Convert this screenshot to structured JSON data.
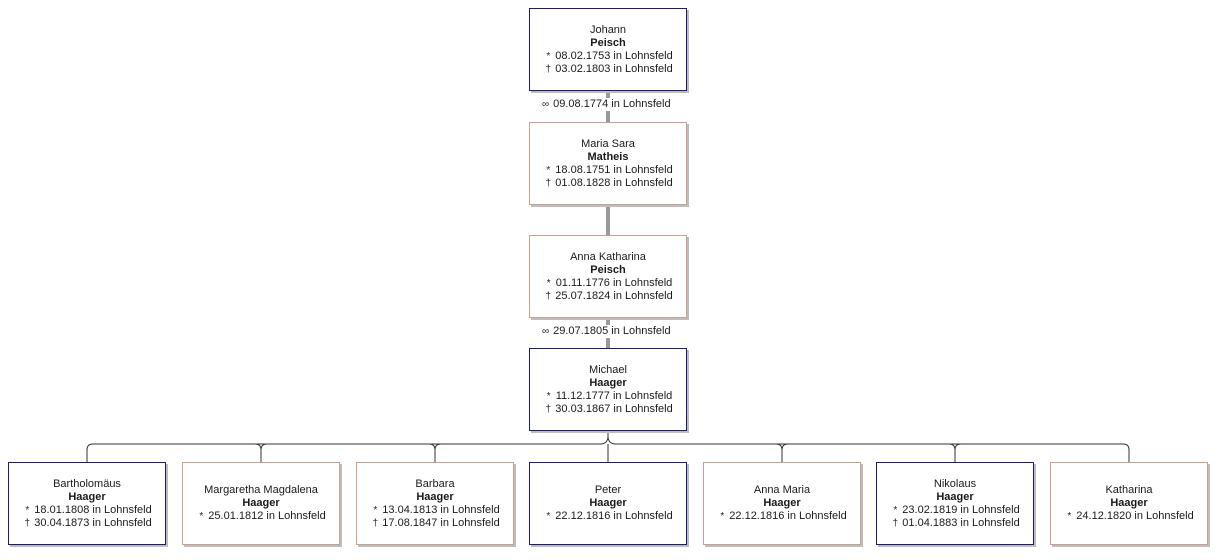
{
  "symbols": {
    "birth": "*",
    "death": "†",
    "marriage": "∞"
  },
  "colors": {
    "male": "#1a1a7e",
    "female": "#c9a08c",
    "line": "#333333"
  },
  "ancestors": [
    {
      "given": "Johann",
      "surname": "Peisch",
      "sex": "male",
      "birth": "08.02.1753 in Lohnsfeld",
      "death": "03.02.1803 in Lohnsfeld"
    },
    {
      "given": "Maria Sara",
      "surname": "Matheis",
      "sex": "female",
      "birth": "18.08.1751 in Lohnsfeld",
      "death": "01.08.1828 in Lohnsfeld"
    },
    {
      "given": "Anna Katharina",
      "surname": "Peisch",
      "sex": "female",
      "birth": "01.11.1776 in Lohnsfeld",
      "death": "25.07.1824 in Lohnsfeld"
    },
    {
      "given": "Michael",
      "surname": "Haager",
      "sex": "male",
      "birth": "11.12.1777 in Lohnsfeld",
      "death": "30.03.1867 in Lohnsfeld"
    }
  ],
  "marriages": [
    "09.08.1774 in Lohnsfeld",
    "29.07.1805 in Lohnsfeld"
  ],
  "children": [
    {
      "given": "Bartholomäus",
      "surname": "Haager",
      "sex": "male",
      "birth": "18.01.1808 in Lohnsfeld",
      "death": "30.04.1873 in Lohnsfeld"
    },
    {
      "given": "Margaretha Magdalena",
      "surname": "Haager",
      "sex": "female",
      "birth": "25.01.1812 in Lohnsfeld",
      "death": ""
    },
    {
      "given": "Barbara",
      "surname": "Haager",
      "sex": "female",
      "birth": "13.04.1813 in Lohnsfeld",
      "death": "17.08.1847 in Lohnsfeld"
    },
    {
      "given": "Peter",
      "surname": "Haager",
      "sex": "male",
      "birth": "22.12.1816 in Lohnsfeld",
      "death": ""
    },
    {
      "given": "Anna Maria",
      "surname": "Haager",
      "sex": "female",
      "birth": "22.12.1816 in Lohnsfeld",
      "death": ""
    },
    {
      "given": "Nikolaus",
      "surname": "Haager",
      "sex": "male",
      "birth": "23.02.1819 in Lohnsfeld",
      "death": "01.04.1883 in Lohnsfeld"
    },
    {
      "given": "Katharina",
      "surname": "Haager",
      "sex": "female",
      "birth": "24.12.1820 in Lohnsfeld",
      "death": ""
    }
  ]
}
